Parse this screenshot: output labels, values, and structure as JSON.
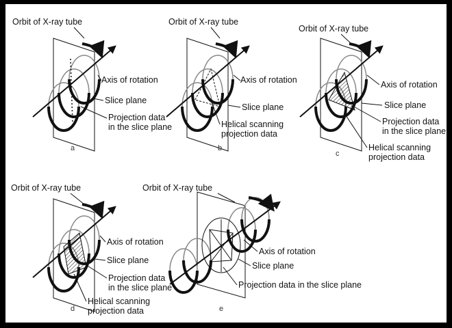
{
  "colors": {
    "background": "#000000",
    "paper": "#ffffff",
    "ink": "#111111"
  },
  "panels": [
    {
      "id": "a",
      "sublabel": "a",
      "labels": {
        "orbit": "Orbit of X-ray tube",
        "axis": "Axis of rotation",
        "slice": "Slice plane",
        "proj1": "Projection data",
        "proj2": "in the slice plane"
      }
    },
    {
      "id": "b",
      "sublabel": "b",
      "labels": {
        "orbit": "Orbit of X-ray tube",
        "axis": "Axis of rotation",
        "slice": "Slice plane",
        "helical1": "Helical scanning",
        "helical2": "projection data"
      }
    },
    {
      "id": "c",
      "sublabel": "c",
      "labels": {
        "orbit": "Orbit of X-ray tube",
        "axis": "Axis of rotation",
        "slice": "Slice plane",
        "proj1": "Projection data",
        "proj2": "in the slice plane",
        "helical1": "Helical scanning",
        "helical2": "projection data"
      }
    },
    {
      "id": "d",
      "sublabel": "d",
      "labels": {
        "orbit": "Orbit of X-ray tube",
        "axis": "Axis of rotation",
        "slice": "Slice plane",
        "proj1": "Projection data",
        "proj2": "in the slice plane",
        "helical1": "Helical scanning",
        "helical2": "projection data"
      }
    },
    {
      "id": "e",
      "sublabel": "e",
      "labels": {
        "orbit": "Orbit of X-ray tube",
        "axis": "Axis of rotation",
        "slice": "Slice plane",
        "proj": "Projection data in the slice plane"
      }
    }
  ]
}
